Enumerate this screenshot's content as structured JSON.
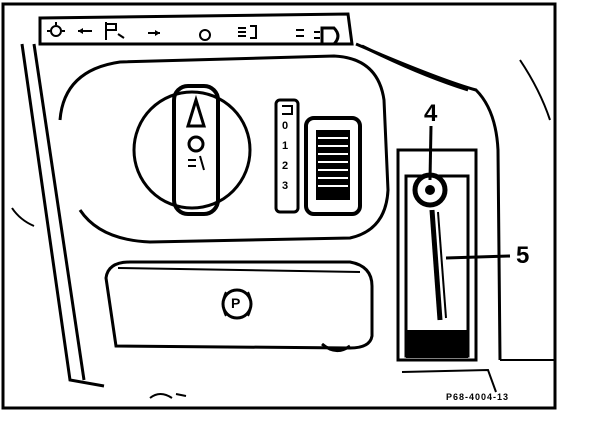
{
  "callouts": {
    "label_4": "4",
    "label_5": "5"
  },
  "switch_positions": [
    "0",
    "1",
    "2",
    "3"
  ],
  "figure_code": "P68-4004-13",
  "icons": {
    "parking_brake_symbol": "P",
    "top_strip": [
      "interior-light-icon",
      "arrow-icon",
      "parking-light-icon",
      "arrow-icon",
      "headlamp-range-icon",
      "dipped-beam-icon",
      "fog-light-icon",
      "fog-lamp-icon"
    ]
  },
  "colors": {
    "line": "#000000",
    "background": "#ffffff"
  }
}
